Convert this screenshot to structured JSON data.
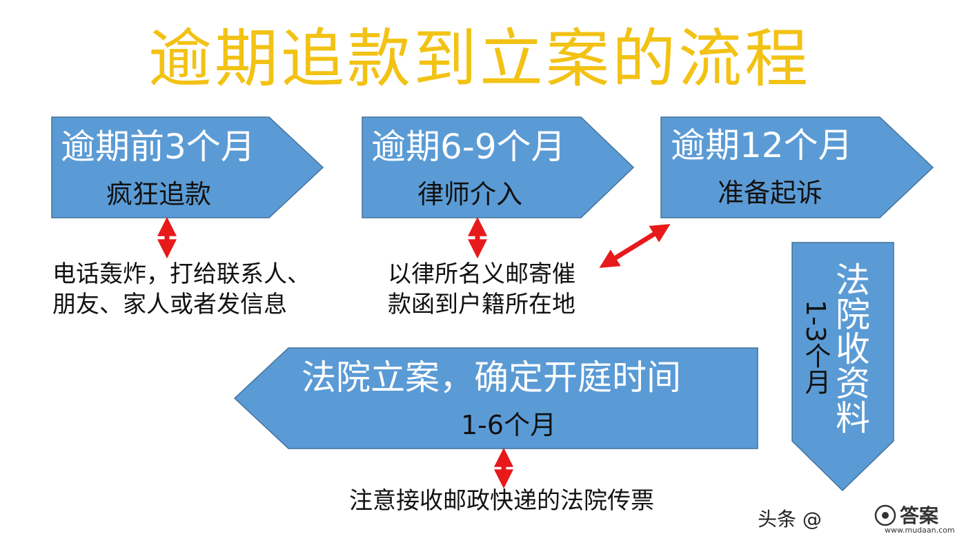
{
  "title": "逾期追款到立案的流程",
  "colors": {
    "title": "#f2c214",
    "arrow_fill": "#5b9bd5",
    "arrow_stroke": "#41719c",
    "connector": "#e8191b"
  },
  "stage1": {
    "label": "逾期前3个月",
    "sub": "疯狂追款",
    "note_line1": "电话轰炸，打给联系人、",
    "note_line2": "朋友、家人或者发信息"
  },
  "stage2": {
    "label": "逾期6-9个月",
    "sub": "律师介入",
    "note_line1": "以律所名义邮寄催",
    "note_line2": "款函到户籍所在地"
  },
  "stage3": {
    "label": "逾期12个月",
    "sub": "准备起诉"
  },
  "stage4": {
    "label": "法院收资料",
    "time": "1-3个月"
  },
  "stage5": {
    "label": "法院立案，确定开庭时间",
    "sub": "1-6个月",
    "note": "注意接收邮政快递的法院传票"
  },
  "watermark": {
    "text": "头条 @",
    "logo_text": "答案",
    "logo_url": "www.mudaan.com"
  }
}
